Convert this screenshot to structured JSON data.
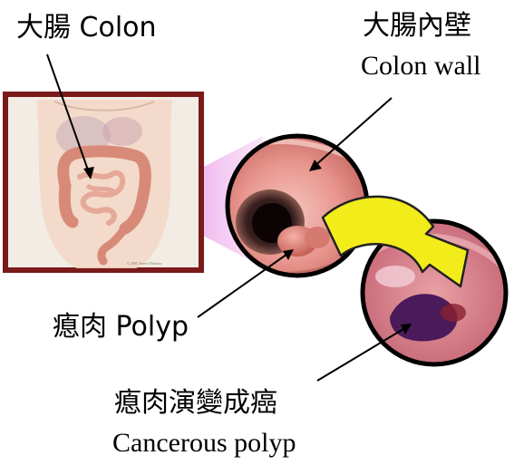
{
  "labels": {
    "colon": "大腸 Colon",
    "colon_wall_zh": "大腸內壁",
    "colon_wall_en": "Colon wall",
    "polyp": "瘜肉 Polyp",
    "cancerous_zh": "瘜肉演變成癌",
    "cancerous_en": "Cancerous polyp"
  },
  "anatomy_caption": "© 2005 Terese Winslow",
  "colors": {
    "frame": "#7a1a1a",
    "tissue_pink": "#e8a0a0",
    "lumen_dark": "#2a1a1a",
    "arrow_yellow": "#f2ec1a",
    "magnify_cone": "#e060e0",
    "tumor_purple": "#4a1a5a"
  }
}
